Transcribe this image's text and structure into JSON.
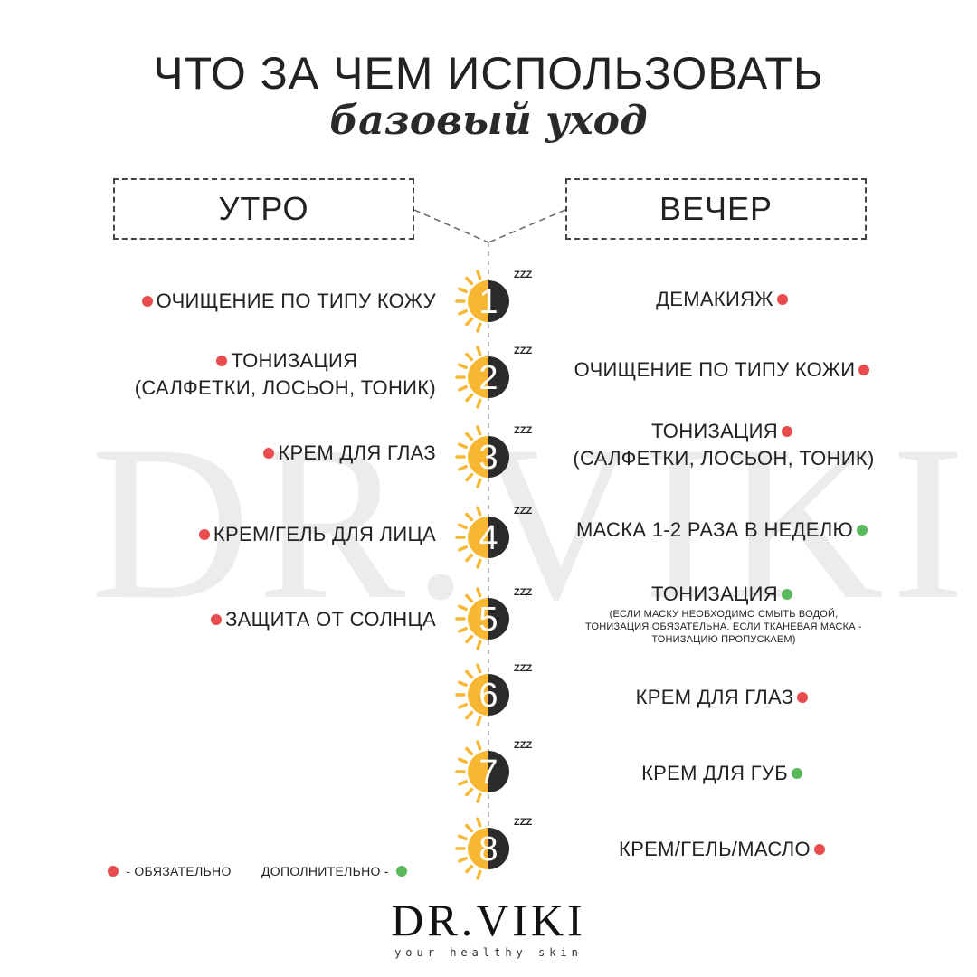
{
  "title": "ЧТО ЗА ЧЕМ ИСПОЛЬЗОВАТЬ",
  "subtitle": "базовый уход",
  "watermark": "DR.VIKI",
  "columns": {
    "morning": "УТРО",
    "evening": "ВЕЧЕР"
  },
  "colors": {
    "required": "#e84c4c",
    "optional": "#5cb85c",
    "sun": "#f7b733",
    "moon": "#2b2b2b"
  },
  "icons": {
    "sun": "sun-icon",
    "moon": "moon-icon",
    "sleep": "zzz-icon"
  },
  "steps": [
    {
      "number": "1",
      "zzz": "ZZZ",
      "morning": {
        "lines": [
          "ОЧИЩЕНИЕ ПО ТИПУ КОЖУ"
        ],
        "marker": "required",
        "dot": "left"
      },
      "evening": {
        "lines": [
          "ДЕМАКИЯЖ"
        ],
        "marker": "required",
        "dot": "right"
      }
    },
    {
      "number": "2",
      "zzz": "ZZZ",
      "morning": {
        "lines": [
          "ТОНИЗАЦИЯ",
          "(САЛФЕТКИ, ЛОСЬОН, ТОНИК)"
        ],
        "marker": "required",
        "dot": "left"
      },
      "evening": {
        "lines": [
          "ОЧИЩЕНИЕ ПО ТИПУ КОЖИ"
        ],
        "marker": "required",
        "dot": "right"
      }
    },
    {
      "number": "3",
      "zzz": "ZZZ",
      "morning": {
        "lines": [
          "КРЕМ ДЛЯ ГЛАЗ"
        ],
        "marker": "required",
        "dot": "left"
      },
      "evening": {
        "lines": [
          "ТОНИЗАЦИЯ",
          "(САЛФЕТКИ, ЛОСЬОН, ТОНИК)"
        ],
        "marker": "required",
        "dot": "right"
      }
    },
    {
      "number": "4",
      "zzz": "ZZZ",
      "morning": {
        "lines": [
          "КРЕМ/ГЕЛЬ ДЛЯ ЛИЦА"
        ],
        "marker": "required",
        "dot": "left"
      },
      "evening": {
        "lines": [
          "МАСКА 1-2 РАЗА В НЕДЕЛЮ"
        ],
        "marker": "optional",
        "dot": "right"
      }
    },
    {
      "number": "5",
      "zzz": "ZZZ",
      "morning": {
        "lines": [
          "ЗАЩИТА ОТ СОЛНЦА"
        ],
        "marker": "required",
        "dot": "left"
      },
      "evening": {
        "lines": [
          "ТОНИЗАЦИЯ"
        ],
        "marker": "optional",
        "dot": "right",
        "note": [
          "(ЕСЛИ МАСКУ НЕОБХОДИМО СМЫТЬ ВОДОЙ,",
          "ТОНИЗАЦИЯ ОБЯЗАТЕЛЬНА. ЕСЛИ ТКАНЕВАЯ МАСКА -",
          "ТОНИЗАЦИЮ ПРОПУСКАЕМ)"
        ]
      }
    },
    {
      "number": "6",
      "zzz": "ZZZ",
      "evening": {
        "lines": [
          "КРЕМ ДЛЯ ГЛАЗ"
        ],
        "marker": "required",
        "dot": "right"
      }
    },
    {
      "number": "7",
      "zzz": "ZZZ",
      "evening": {
        "lines": [
          "КРЕМ ДЛЯ ГУБ"
        ],
        "marker": "optional",
        "dot": "right"
      }
    },
    {
      "number": "8",
      "zzz": "ZZZ",
      "evening": {
        "lines": [
          "КРЕМ/ГЕЛЬ/МАСЛО"
        ],
        "marker": "required",
        "dot": "right"
      }
    }
  ],
  "legend": {
    "required": "- ОБЯЗАТЕЛЬНО",
    "optional": "ДОПОЛНИТЕЛЬНО -"
  },
  "brand": {
    "logo": "DR.VIKI",
    "tagline": "your healthy skin"
  }
}
